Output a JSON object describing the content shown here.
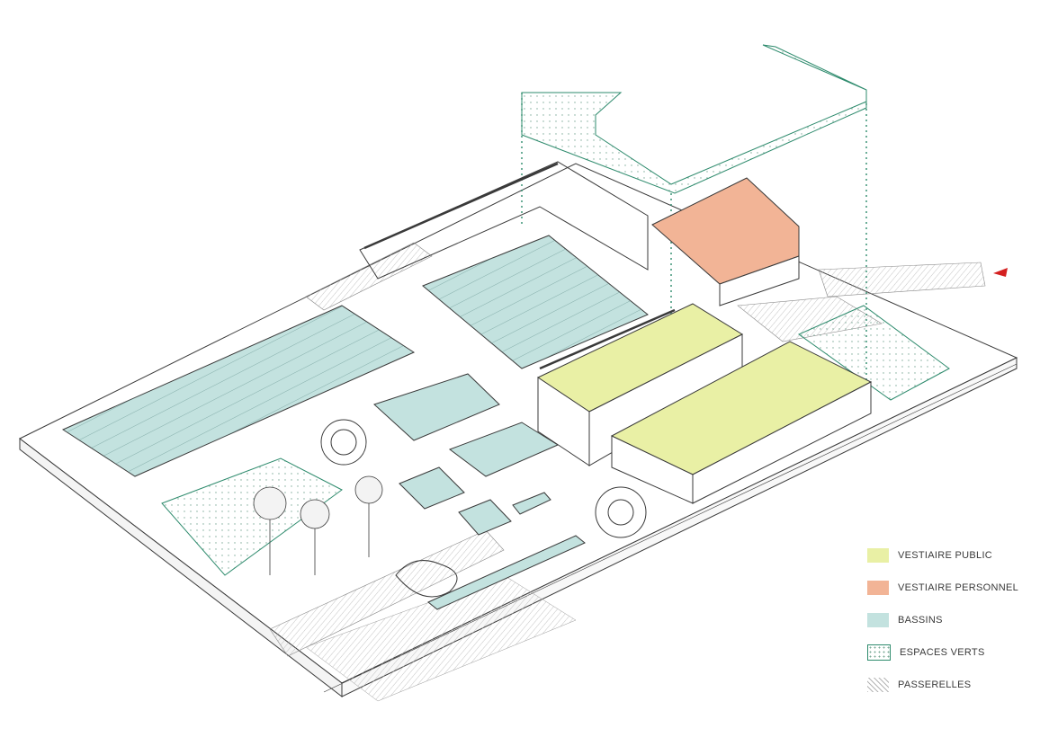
{
  "legend": [
    {
      "key": "vestiaire-public",
      "label": "VESTIAIRE PUBLIC",
      "color": "#e9f0a5",
      "pattern": "solid"
    },
    {
      "key": "vestiaire-personnel",
      "label": "VESTIAIRE PERSONNEL",
      "color": "#f2b496",
      "pattern": "solid"
    },
    {
      "key": "bassins",
      "label": "BASSINS",
      "color": "#c3e2df",
      "pattern": "solid"
    },
    {
      "key": "espaces-verts",
      "label": "ESPACES VERTS",
      "color": "#2e8b6d",
      "pattern": "dots"
    },
    {
      "key": "passerelles",
      "label": "PASSERELLES",
      "color": "#9a9a9a",
      "pattern": "hatch"
    }
  ],
  "colors": {
    "line": "#3a3a3a",
    "green_outline": "#2e8b6d",
    "north_arrow": "#d42020"
  }
}
